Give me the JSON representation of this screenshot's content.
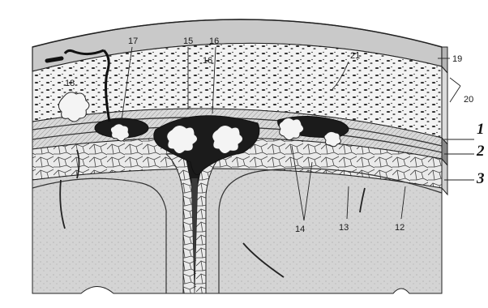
{
  "labels": {
    "n1": "1",
    "n2": "2",
    "n3": "3",
    "n12": "12",
    "n13": "13",
    "n14": "14",
    "n15": "15",
    "n16a": "16",
    "n16b": "16",
    "n17": "17",
    "n18": "18",
    "n19": "19",
    "n20": "20",
    "n21": "21"
  }
}
